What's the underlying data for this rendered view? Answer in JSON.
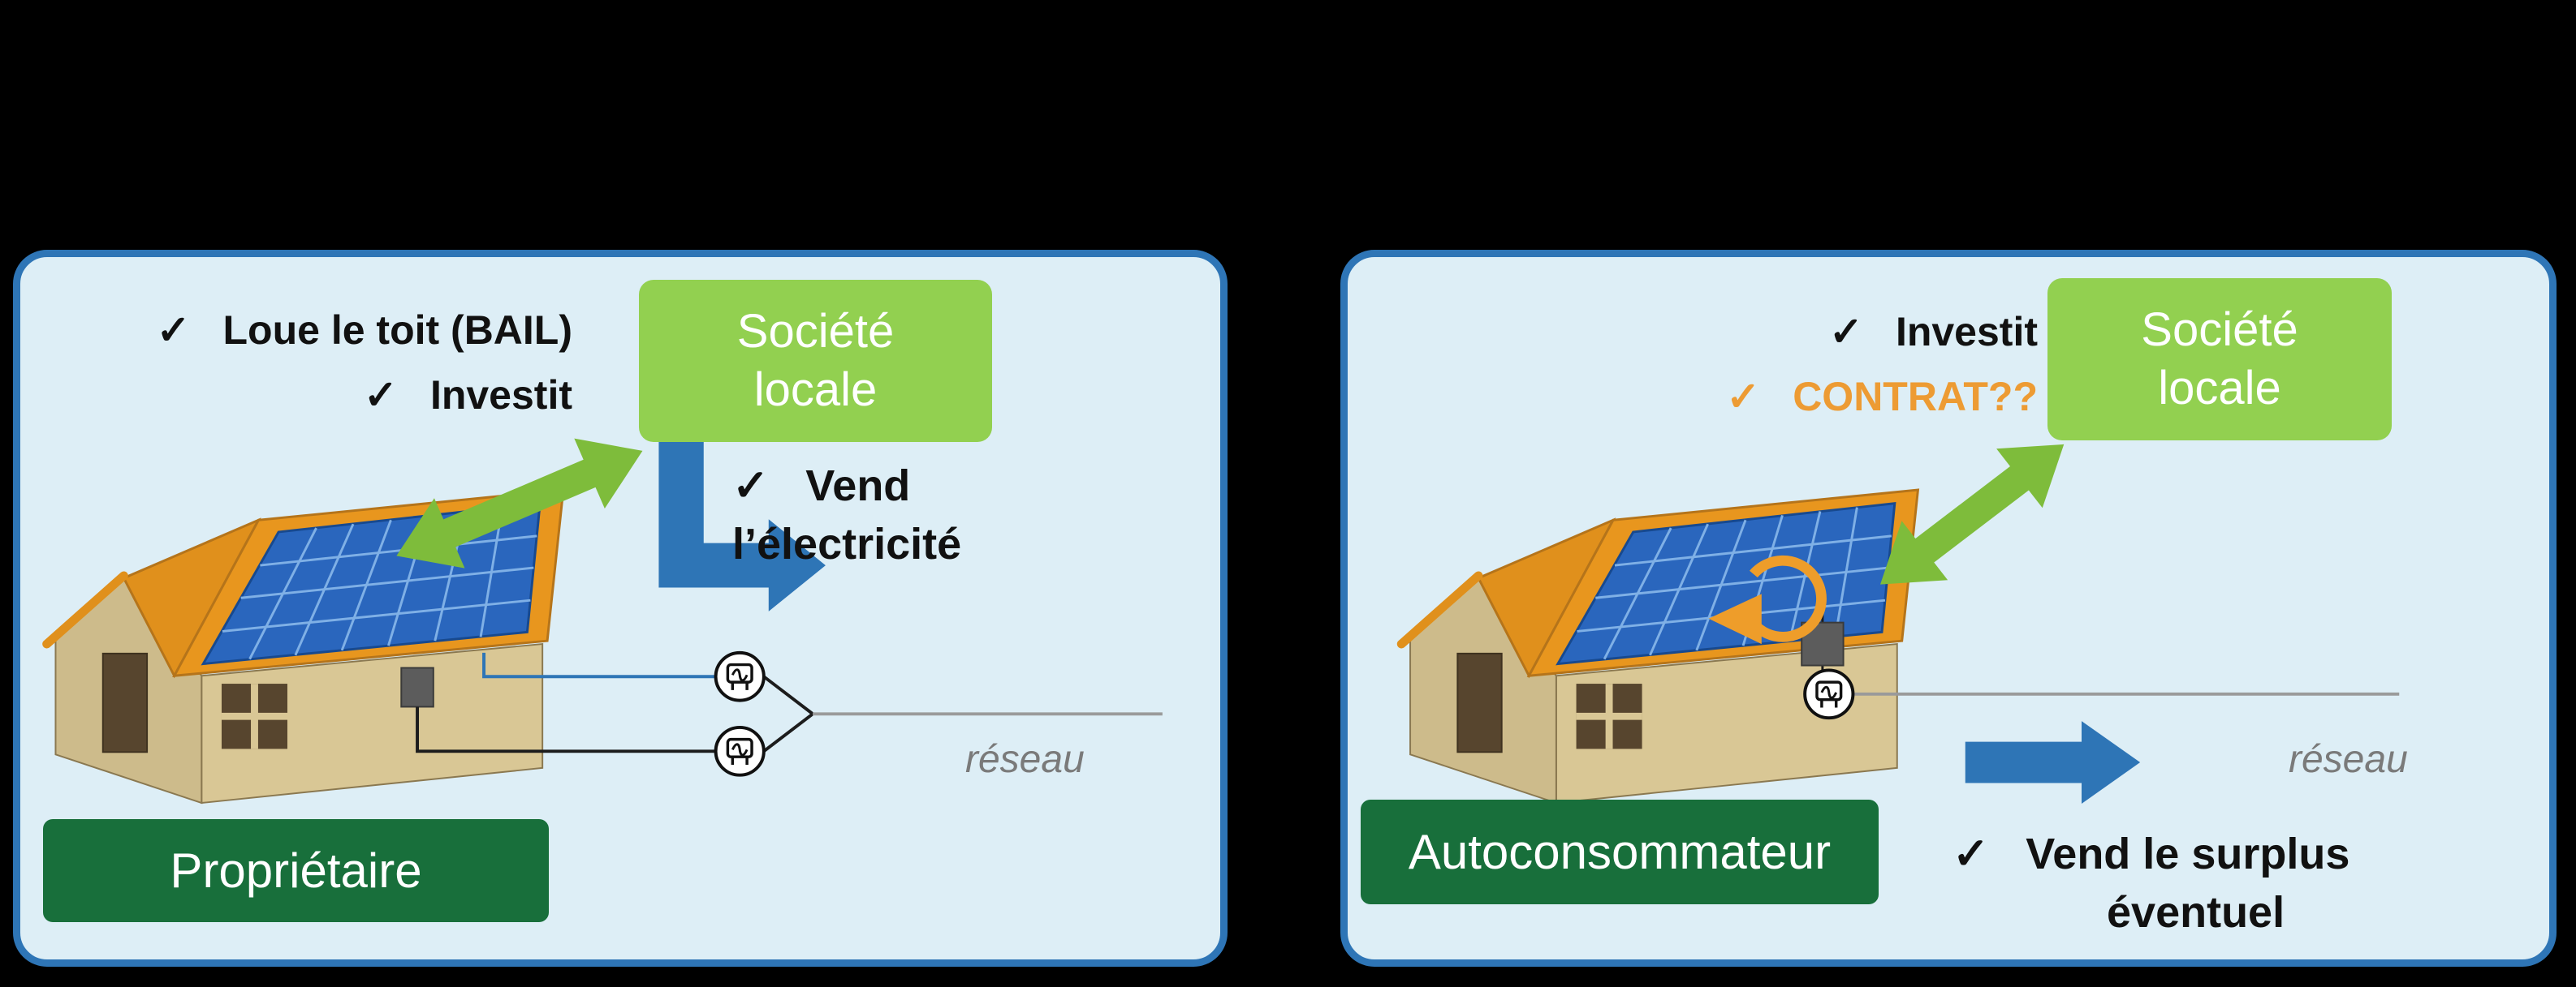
{
  "canvas": {
    "background": "#000000"
  },
  "colors": {
    "panel_background": "#ddeef6",
    "panel_border": "#2e75b6",
    "society_box_green": "#92d050",
    "role_box_green": "#186f3b",
    "exchange_arrow_green": "#7ebc3b",
    "sell_arrow_blue": "#2e75b6",
    "contract_orange": "#ED9B33",
    "network_gray": "#7a7a7a",
    "solar_panel_blue": "#2a66bd",
    "roof_orange": "#e8961e"
  },
  "icons": {
    "check": "✓",
    "meter": "electric-meter-icon",
    "loop": "self-consumption-loop-icon",
    "exchange": "double-headed-arrow-icon",
    "sell": "thick-blue-arrow-icon"
  },
  "panels": [
    {
      "checklist": [
        {
          "mark": "✓",
          "label": "Loue le toit (BAIL)",
          "color": "#111111"
        },
        {
          "mark": "✓",
          "label": "Investit",
          "color": "#111111"
        }
      ],
      "society_box": {
        "line1": "Société",
        "line2": "locale"
      },
      "action": {
        "mark": "✓",
        "line1": "Vend",
        "line2": "l’électricité"
      },
      "role_label": "Propriétaire",
      "network_label": "réseau"
    },
    {
      "checklist": [
        {
          "mark": "✓",
          "label": "Investit",
          "color": "#111111"
        },
        {
          "mark": "✓",
          "label": "CONTRAT??",
          "color": "#ED9B33"
        }
      ],
      "society_box": {
        "line1": "Société",
        "line2": "locale"
      },
      "action": {
        "mark": "✓",
        "line1": "Vend le surplus",
        "line2": "éventuel"
      },
      "role_label": "Autoconsommateur",
      "network_label": "réseau"
    }
  ]
}
